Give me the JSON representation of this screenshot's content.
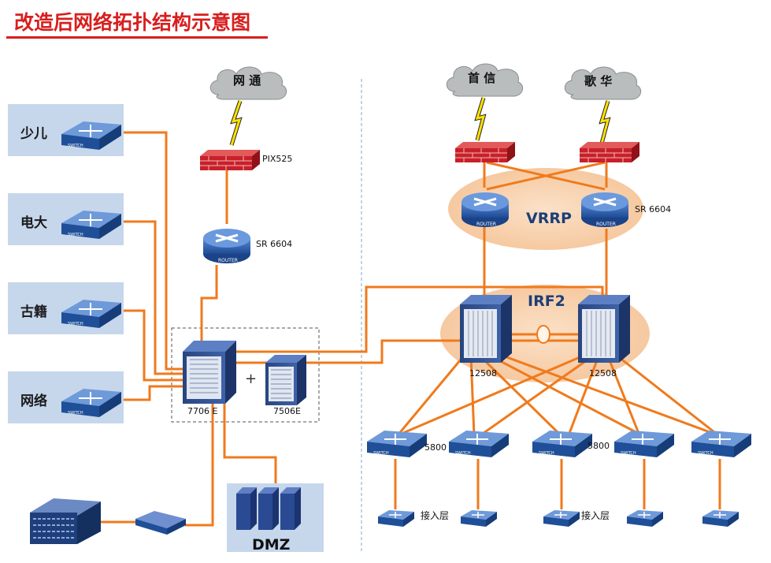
{
  "title": "改造后网络拓扑结构示意图",
  "colors": {
    "title": "#d81e1e",
    "link": "#f07a1c",
    "panel": "#c6d7ec",
    "ellipse": "#f8d2b1",
    "firewall": "#c8202a",
    "router": "#3567b4",
    "cloud": "#b9bdbd",
    "divider": "#7ea8d0"
  },
  "left": {
    "sites": [
      "少儿",
      "电大",
      "古籍",
      "网络"
    ],
    "isp_cloud": "网 通",
    "firewall_label": "PIX525",
    "router_label": "SR 6604",
    "core_a_label": "7706 E",
    "plus": "+",
    "core_b_label": "7506E",
    "dmz_label": "DMZ"
  },
  "right": {
    "isp_clouds": [
      "首 信",
      "歌 华"
    ],
    "router_label": "SR 6604",
    "vrrp_label": "VRRP",
    "irf_label": "IRF2",
    "core_labels": [
      "12508",
      "12508"
    ],
    "agg_labels": [
      "5800",
      "5800"
    ],
    "access_labels": [
      "接入层",
      "接入层"
    ]
  }
}
